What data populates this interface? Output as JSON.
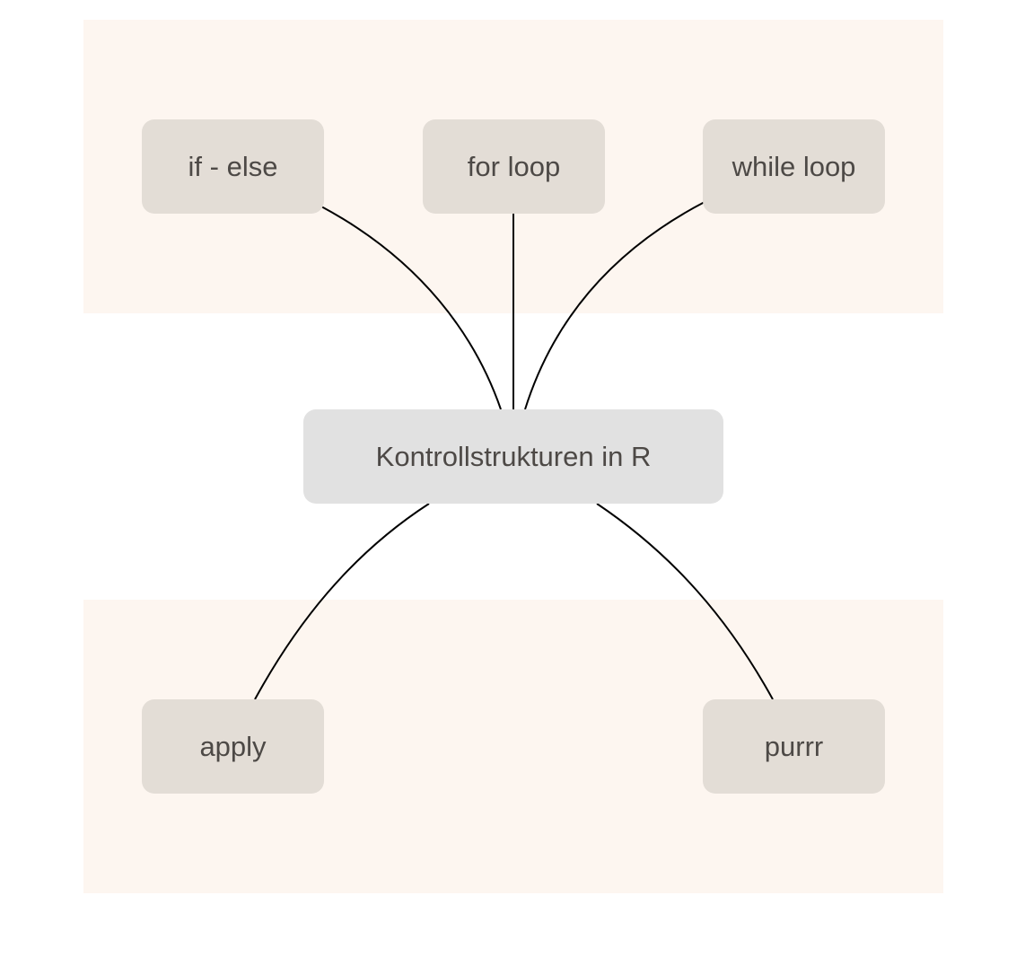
{
  "diagram": {
    "root": {
      "label": "Kontrollstrukturen in R"
    },
    "groups": [
      {
        "nodes": [
          {
            "label": "if - else"
          },
          {
            "label": "for loop"
          },
          {
            "label": "while loop"
          }
        ]
      },
      {
        "nodes": [
          {
            "label": "apply"
          },
          {
            "label": "purrr"
          }
        ]
      }
    ],
    "edges": [
      {
        "from": "Kontrollstrukturen in R",
        "to": "if - else"
      },
      {
        "from": "Kontrollstrukturen in R",
        "to": "for loop"
      },
      {
        "from": "Kontrollstrukturen in R",
        "to": "while loop"
      },
      {
        "from": "Kontrollstrukturen in R",
        "to": "apply"
      },
      {
        "from": "Kontrollstrukturen in R",
        "to": "purrr"
      }
    ],
    "colors": {
      "group_background": "#fdf6f0",
      "child_node_fill": "#e3ddd6",
      "root_node_fill": "#e1e1e1",
      "text": "#4d4946",
      "edge": "#000000"
    }
  }
}
